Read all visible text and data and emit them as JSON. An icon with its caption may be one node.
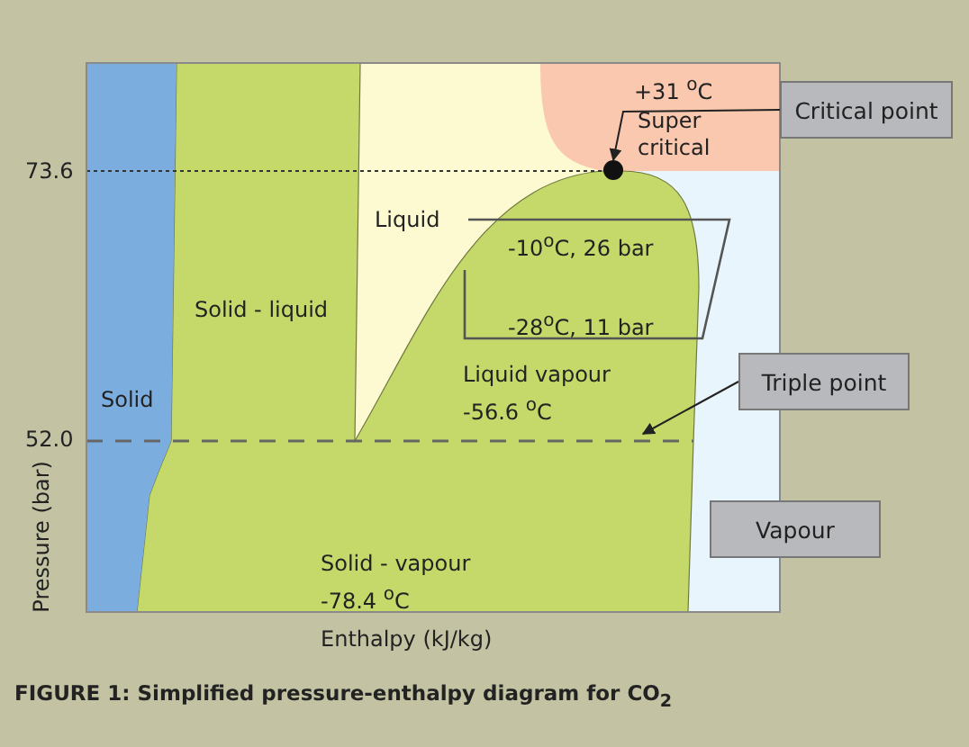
{
  "diagram": {
    "caption": "FIGURE 1: Simplified pressure-enthalpy diagram for CO$_{2}$",
    "nodes": [
      {
        "text": [
          "Critical point"
        ]
      },
      {
        "text": [],
        "shape": "circle"
      },
      {
        "text": [
          "Triple point"
        ]
      },
      {
        "text": [
          "Vapour"
        ]
      }
    ],
    "edges": [
      {
        "from": 0,
        "to": 1,
        "arrow": "to"
      },
      {
        "from": 2,
        "to": null,
        "arrow": "to"
      }
    ],
    "labels": [
      "+31 $^{o}$C",
      "Super critical",
      "73.6",
      "Liquid",
      "-10$^{o}$C, 26 bar",
      "Solid - liquid",
      "-28$^{o}$C, 11 bar",
      "Liquid vapour",
      "-56.6 $^{o}$C",
      "Solid",
      "52.0",
      "Pressure (bar)",
      "Solid - vapour",
      "-78.4 $^{o}$C",
      "Enthalpy (kJ/kg)"
    ]
  }
}
